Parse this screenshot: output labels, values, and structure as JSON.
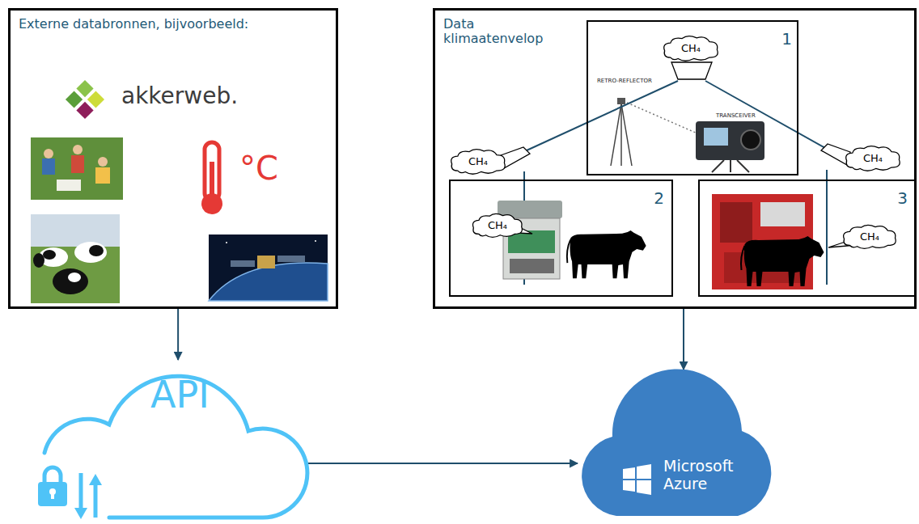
{
  "diagram": {
    "nodes": [
      {
        "text": [
          "Externe databronnen, bijvoorbeeld:"
        ]
      },
      {
        "text": [
          "Data klimaatenvelop"
        ]
      },
      {
        "text": [
          "1"
        ],
        "in": 1
      },
      {
        "text": [
          "CH₄"
        ],
        "in": 2
      },
      {
        "text": [
          "CH₄"
        ],
        "in": 1
      },
      {
        "text": [
          "CH₄"
        ],
        "in": 1
      },
      {
        "text": [
          "2"
        ],
        "in": 1
      },
      {
        "text": [
          "CH₄"
        ],
        "in": 6
      },
      {
        "text": [
          "3"
        ],
        "in": 1
      },
      {
        "text": [
          "CH₄"
        ],
        "in": 8
      },
      {
        "text": [
          "API"
        ]
      },
      {
        "text": [
          "Microsoft Azure"
        ]
      }
    ],
    "edges": [
      {
        "from": 0,
        "to": 10,
        "arrow": "to"
      },
      {
        "from": 1,
        "to": 11,
        "arrow": "to"
      },
      {
        "from": 10,
        "to": 11,
        "arrow": "to"
      },
      {
        "from": 3,
        "to": 4,
        "arrow": "none"
      },
      {
        "from": 3,
        "to": 5,
        "arrow": "none"
      }
    ],
    "labels": [
      "akkerweb.",
      "°C",
      "RETRO-REFLECTOR",
      "TRANSCEIVER"
    ]
  }
}
